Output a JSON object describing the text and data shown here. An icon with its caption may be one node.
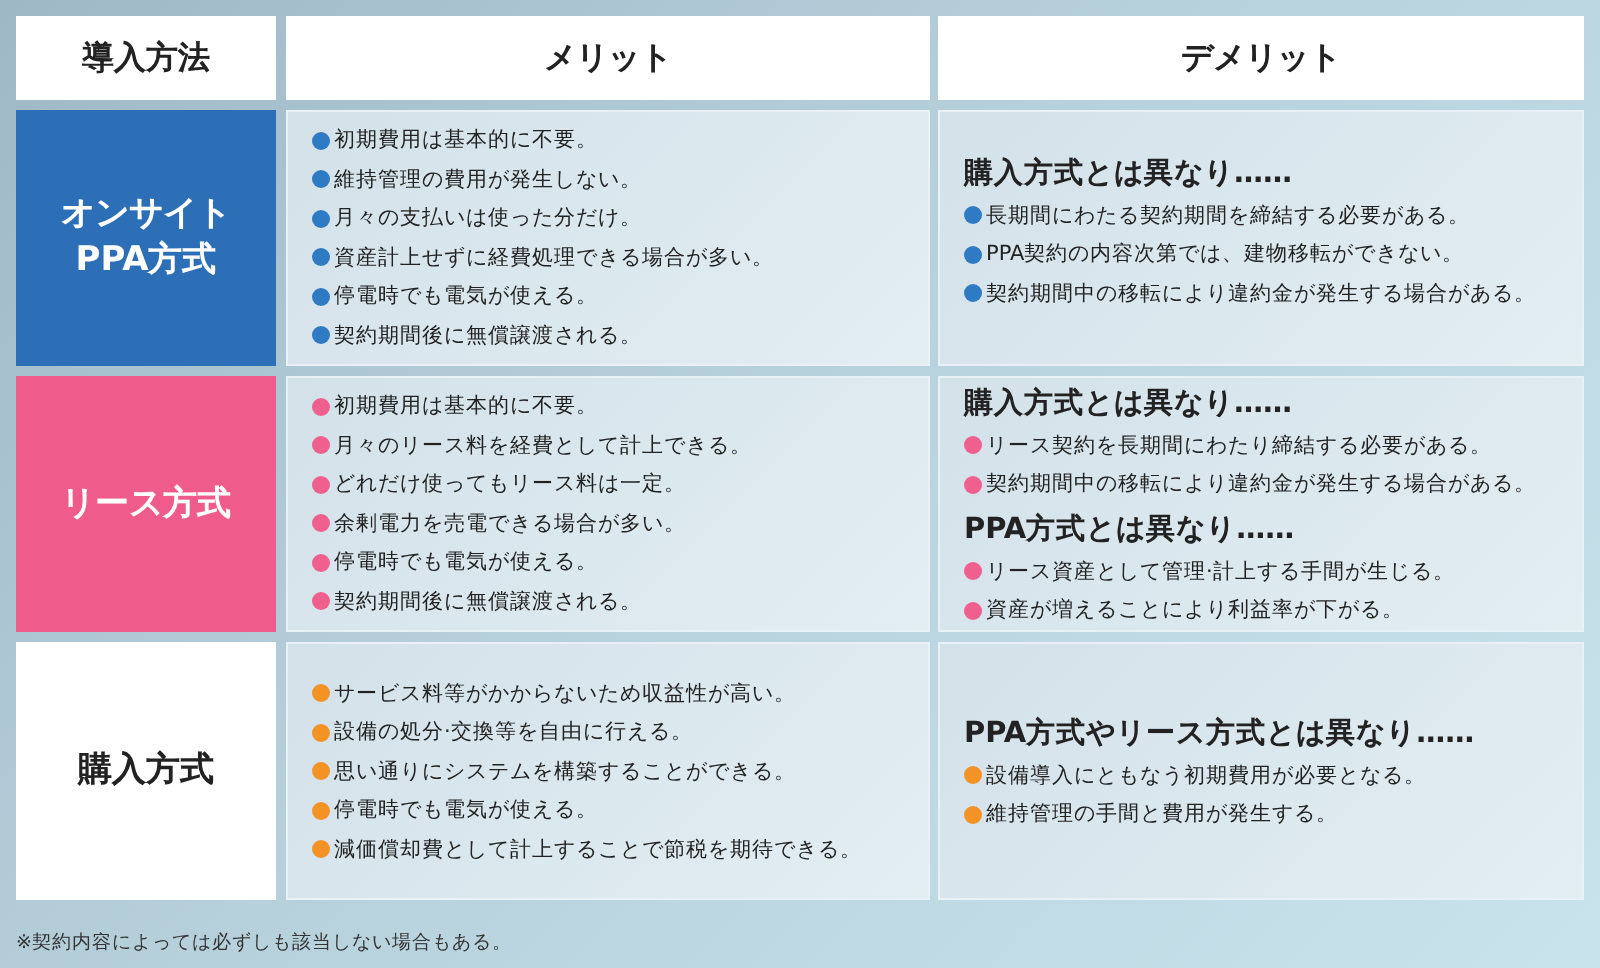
{
  "diagram": {
    "nodes": [
      {
        "text": [
          "導入方法"
        ]
      },
      {
        "text": [
          "メリット"
        ]
      },
      {
        "text": [
          "デメリット"
        ]
      },
      {
        "text": [
          "オンサイトPPA方式"
        ]
      },
      {
        "text": [
          "初期費用は基本的に不要。",
          "維持管理の費用が発生しない。",
          "月々の支払いは使った分だけ。",
          "資産計上せずに経費処理できる場合が多い。",
          "停電時でも電気が使える。",
          "契約期間後に無償譲渡される。"
        ]
      },
      {
        "text": [
          "購入方式とは異なり……",
          "長期間にわたる契約期間を締結する必要がある。",
          "PPA契約の内容次第では、建物移転ができない。",
          "契約期間中の移転により違約金が発生する場合がある。"
        ]
      },
      {
        "text": [
          "リース方式"
        ]
      },
      {
        "text": [
          "初期費用は基本的に不要。",
          "月々のリース料を経費として計上できる。",
          "どれだけ使ってもリース料は一定。",
          "余剰電力を売電できる場合が多い。",
          "停電時でも電気が使える。",
          "契約期間後に無償譲渡される。"
        ]
      },
      {
        "text": [
          "購入方式とは異なり……",
          "リース契約を長期間にわたり締結する必要がある。",
          "契約期間中の移転により違約金が発生する場合がある。",
          "PPA方式とは異なり……",
          "リース資産として管理·計上する手間が生じる。",
          "資産が増えることにより利益率が下がる。"
        ]
      },
      {
        "text": [
          "購入方式"
        ]
      },
      {
        "text": [
          "サービス料等がかからないため収益性が高い。",
          "設備の処分·交換等を自由に行える。",
          "思い通りにシステムを構築することができる。",
          "停電時でも電気が使える。",
          "減価償却費として計上することで節税を期待できる。"
        ]
      },
      {
        "text": [
          "PPA方式やリース方式とは異なり……",
          "設備導入にともなう初期費用が必要となる。",
          "維持管理の手間と費用が発生する。"
        ]
      }
    ],
    "labels": [
      "※契約内容によっては必ずしも該当しない場合もある。"
    ]
  }
}
